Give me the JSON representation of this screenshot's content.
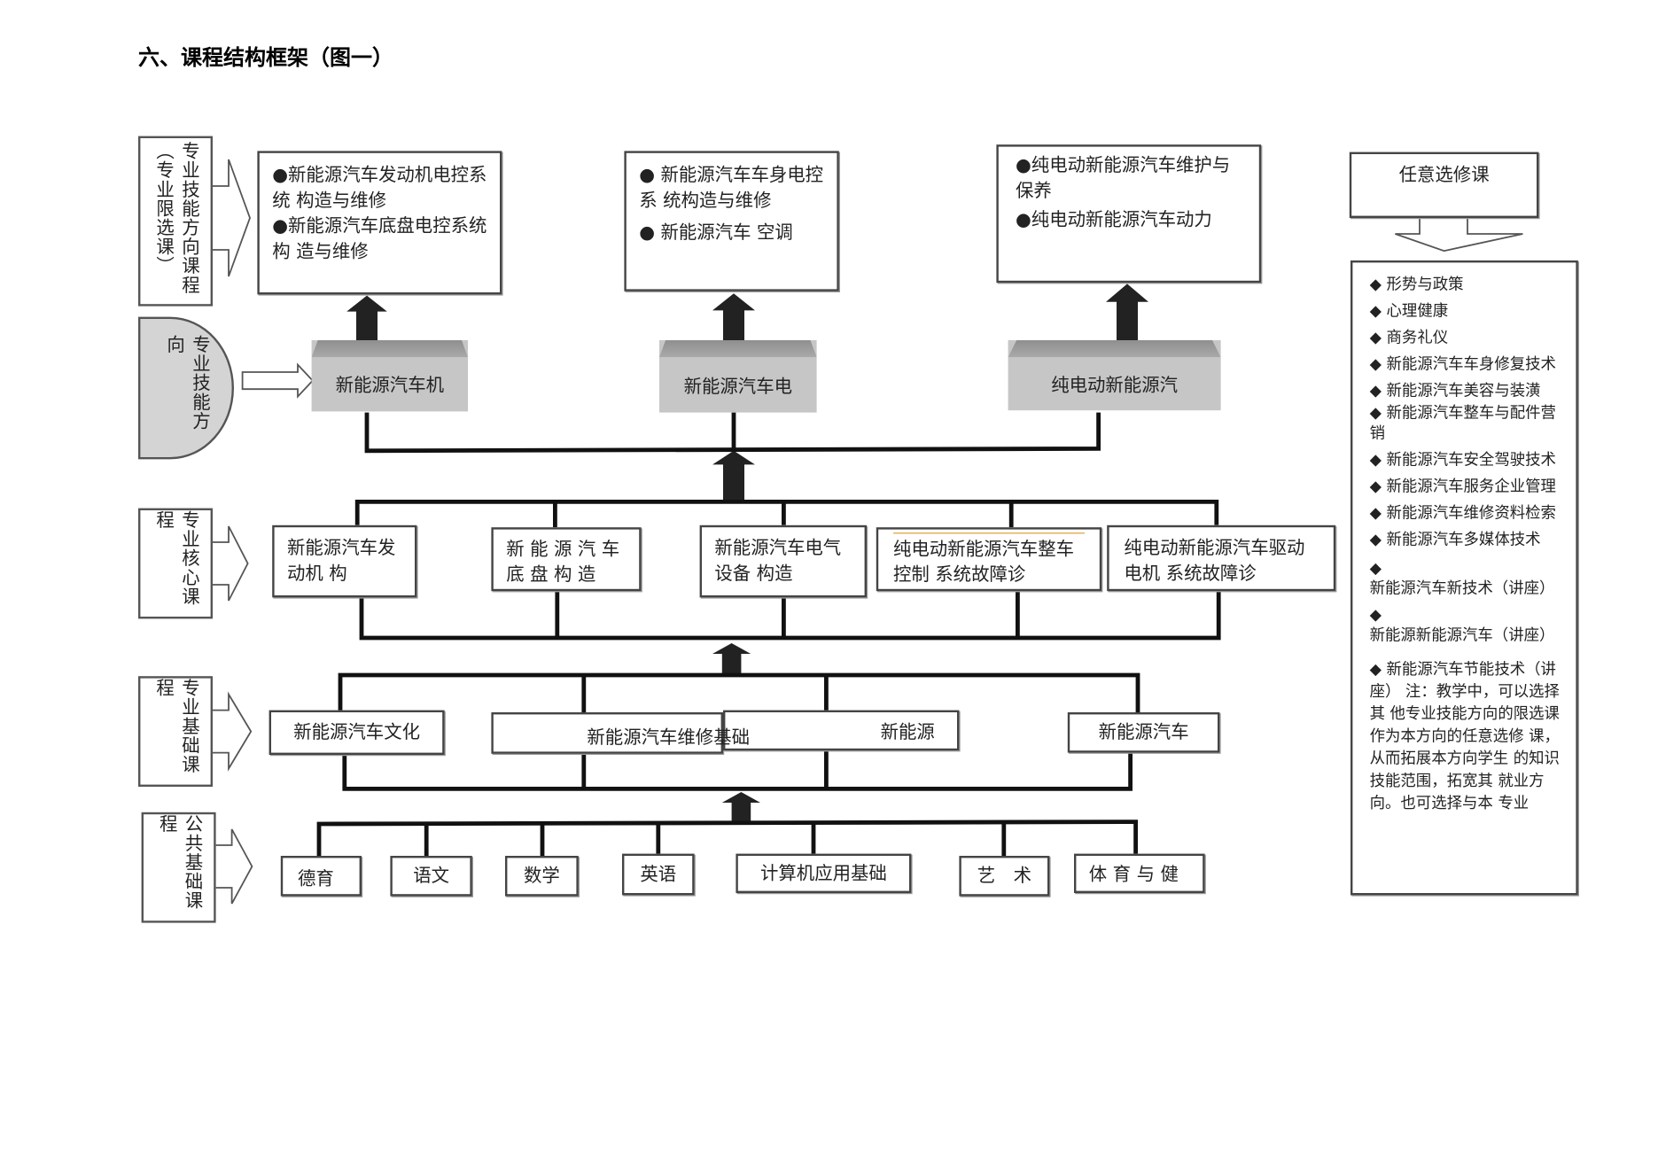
{
  "title": "六、课程结构框架（图一）",
  "left_labels": {
    "skill_direction_courses": "专业技能方向课程（专业限选课）",
    "skill_direction": "专业技能方向",
    "core_courses": "专业核心课程",
    "basic_courses": "专业基础课程",
    "public_courses": "公共基础课程"
  },
  "direction_boxes": [
    {
      "lines": [
        "●新能源汽车发动机电控系统 构造与维修",
        "●新能源汽车底盘电控系统构 造与维修"
      ]
    },
    {
      "lines": [
        "● 新能源汽车车身电控系 统构造与维修",
        "● 新能源汽车 空调"
      ]
    },
    {
      "lines": [
        "●纯电动新能源汽车维护与保养",
        "●纯电动新能源汽车动力"
      ]
    }
  ],
  "directions": [
    "新能源汽车机",
    "新能源汽车电",
    "纯电动新能源汽"
  ],
  "core": [
    "新能源汽车发动机 构",
    "新 能 源 汽 车 底 盘 构  造",
    "新能源汽车电气设备 构造",
    "纯电动新能源汽车整车控制  系统故障诊",
    "纯电动新能源汽车驱动电机  系统故障诊"
  ],
  "basic": [
    "新能源汽车文化",
    "新能源汽车维修基础",
    "新能源",
    "新能源汽车"
  ],
  "public": [
    "德育",
    "语文",
    "数学",
    "英语",
    "计算机应用基础",
    "艺　术",
    "体 育 与 健"
  ],
  "electives": {
    "header": "任意选修课",
    "items": [
      "形势与政策",
      "心理健康",
      "商务礼仪",
      "新能源汽车车身修复技术",
      "新能源汽车美容与装潢",
      "新能源汽车整车与配件营销",
      "新能源汽车安全驾驶技术",
      "新能源汽车服务企业管理",
      "新能源汽车维修资料检索",
      "新能源汽车多媒体技术",
      "新能源汽车新技术（讲座）",
      "新能源新能源汽车（讲座）",
      "新能源汽车节能技术（讲座）"
    ],
    "note": "注：教学中，可以选择其 他专业技能方向的限选课 作为本方向的任意选修 课，从而拓展本方向学生 的知识技能范围，拓宽其 就业方向。也可选择与本 专业"
  }
}
